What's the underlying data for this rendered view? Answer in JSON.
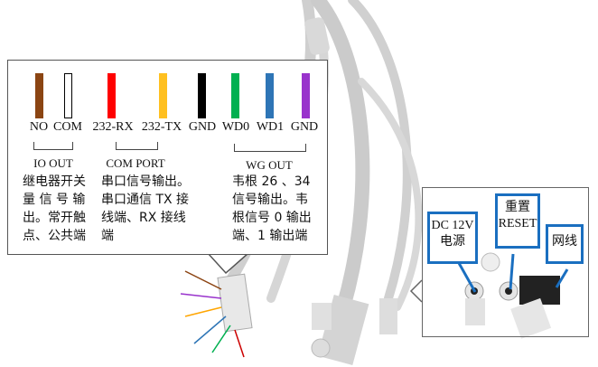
{
  "wires": [
    {
      "label": "NO",
      "color": "#8b4513"
    },
    {
      "label": "COM",
      "color": "#ffffff"
    },
    {
      "label": "232-RX",
      "color": "#ff0000"
    },
    {
      "label": "232-TX",
      "color": "#ffc020"
    },
    {
      "label": "GND",
      "color": "#000000"
    },
    {
      "label": "WD0",
      "color": "#00b050"
    },
    {
      "label": "WD1",
      "color": "#2e75b6"
    },
    {
      "label": "GND",
      "color": "#9933cc"
    }
  ],
  "groups": {
    "io": "IO OUT",
    "com": "COM PORT",
    "wg": "WG OUT"
  },
  "descriptions": {
    "io": [
      "继电器开关",
      "量 信 号 输",
      "出。常开触",
      "点、公共端"
    ],
    "com": [
      "串口信号输出。",
      "串口通信 TX 接",
      "线端、RX 接线",
      "端"
    ],
    "wg": [
      "韦根  26 、34",
      "信号输出。韦",
      "根信号 0 输出",
      "端、1 输出端"
    ]
  },
  "connectors": {
    "power": [
      "DC 12V",
      "电源"
    ],
    "reset": [
      "重置",
      "RESET"
    ],
    "network": [
      "网线"
    ]
  },
  "accent": "#1a6fc0"
}
